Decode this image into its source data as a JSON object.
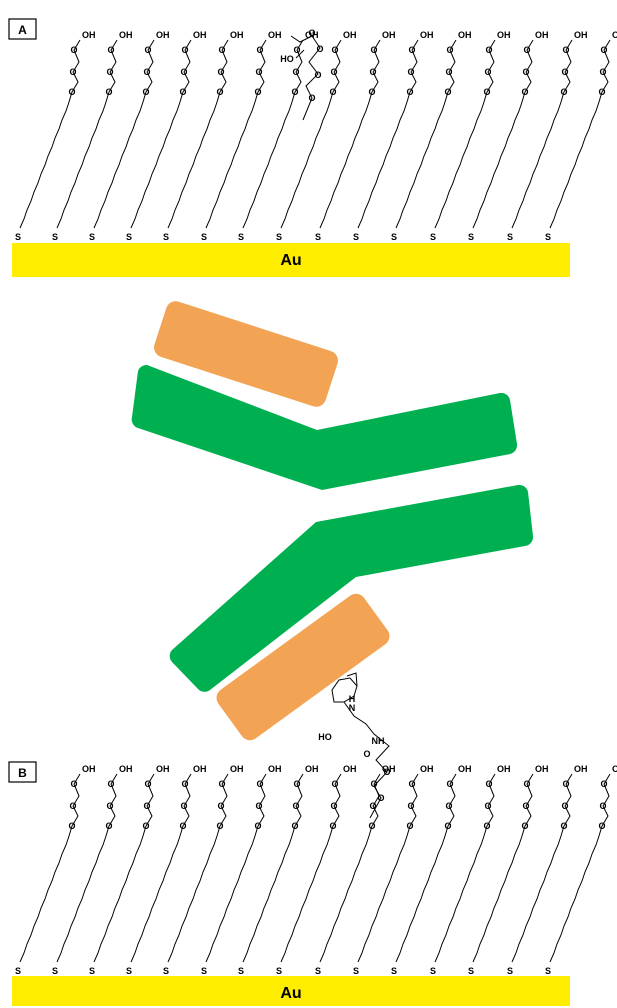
{
  "panels": [
    {
      "label": "A",
      "substrate": "Au",
      "ligand_atom": "O",
      "sulfur_atom": "S",
      "terminal_group": "OH",
      "acid_group": "HO",
      "carbonyl_atom": "O"
    },
    {
      "label": "B",
      "substrate": "Au",
      "ligand_atom": "O",
      "sulfur_atom": "S",
      "terminal_group": "OH",
      "indole_nh": "H",
      "indole_n": "N",
      "hydroxyl": "HO",
      "amide_n": "NH",
      "amide_o": "O"
    }
  ],
  "colors": {
    "gold": "#ffed00",
    "antibody_heavy": "#00b050",
    "antibody_light": "#f2a454",
    "ink": "#000000"
  }
}
